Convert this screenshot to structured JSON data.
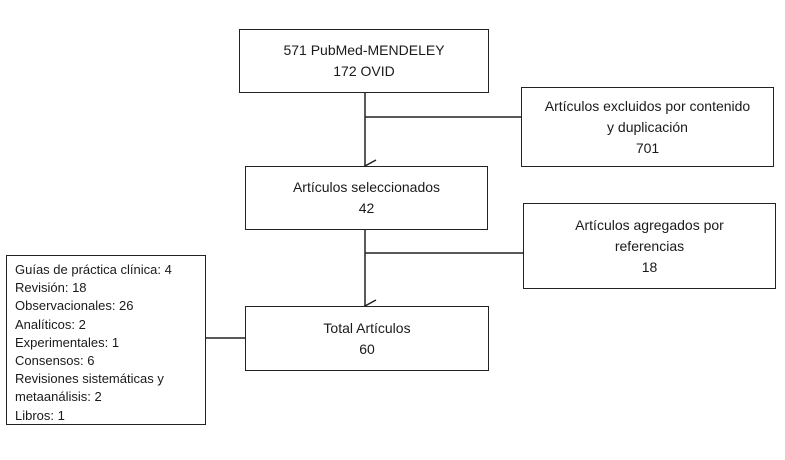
{
  "diagram": {
    "sources": {
      "line1": "571 PubMed-MENDELEY",
      "line2": "172 OVID"
    },
    "excluded": {
      "line1": "Artículos excluidos por contenido",
      "line2": "y duplicación",
      "count": "701"
    },
    "selected": {
      "label": "Artículos seleccionados",
      "count": "42"
    },
    "added": {
      "line1": "Artículos agregados por",
      "line2": "referencias",
      "count": "18"
    },
    "total": {
      "label": "Total Artículos",
      "count": "60"
    },
    "breakdown": {
      "items": [
        "Guías de práctica clínica: 4",
        "Revisión: 18",
        "Observacionales: 26",
        "Analíticos: 2",
        "Experimentales: 1",
        "Consensos: 6",
        "Revisiones sistemáticas y",
        "metaanálisis: 2",
        "Libros: 1"
      ]
    }
  },
  "colors": {
    "stroke": "#222222",
    "text": "#1a1a1a",
    "background": "#ffffff"
  }
}
